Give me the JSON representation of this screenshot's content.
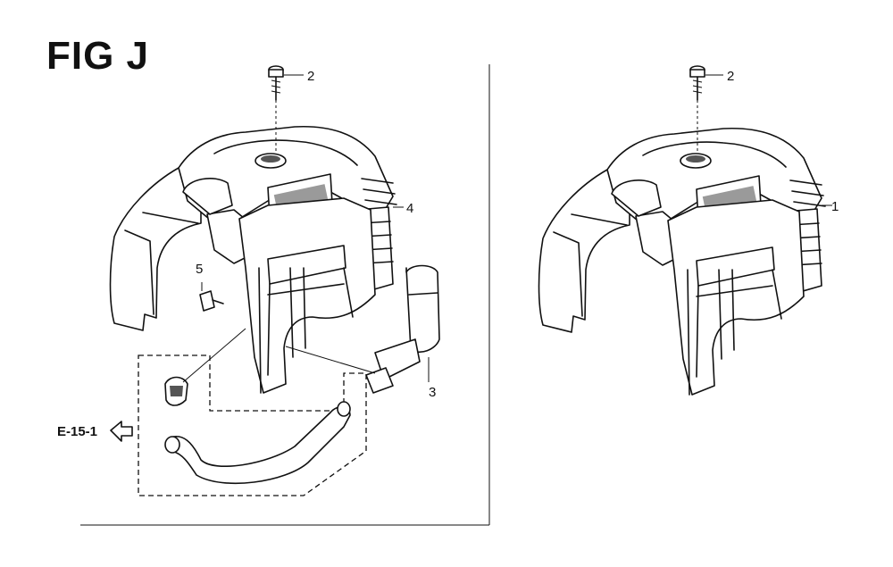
{
  "figure": {
    "title": "FIG J"
  },
  "callouts": {
    "bolt_left": "2",
    "bolt_right": "2",
    "cover_left": "4",
    "cover_right": "1",
    "screw": "5",
    "grip": "3"
  },
  "reference": {
    "label": "E-15-1"
  },
  "icons": {
    "arrow": "hollow-left-arrow-icon"
  }
}
